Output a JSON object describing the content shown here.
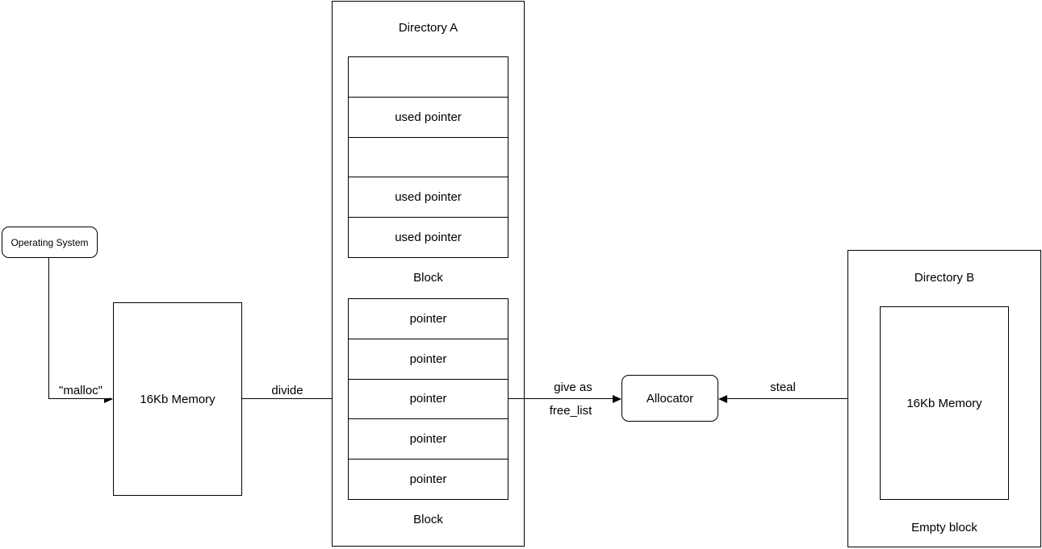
{
  "diagram": {
    "os_box": {
      "label": "Operating System"
    },
    "malloc_edge": {
      "label": "\"malloc\""
    },
    "memory_a": {
      "label": "16Kb Memory"
    },
    "divide_edge": {
      "label": "divide"
    },
    "directory_a": {
      "title": "Directory A",
      "block1": {
        "rows": [
          "",
          "used pointer",
          "",
          "used pointer",
          "used pointer"
        ],
        "caption": "Block"
      },
      "block2": {
        "rows": [
          "pointer",
          "pointer",
          "pointer",
          "pointer",
          "pointer"
        ],
        "caption": "Block"
      }
    },
    "give_edge": {
      "label_line1": "give as",
      "label_line2": "free_list"
    },
    "allocator": {
      "label": "Allocator"
    },
    "steal_edge": {
      "label": "steal"
    },
    "directory_b": {
      "title": "Directory B",
      "memory": {
        "label": "16Kb Memory"
      },
      "caption": "Empty block"
    },
    "colors": {
      "line": "#000000",
      "text": "#000000",
      "background": "#ffffff"
    }
  }
}
